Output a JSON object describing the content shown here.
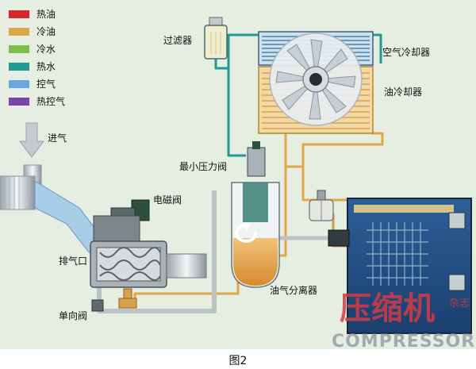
{
  "legend": [
    {
      "label": "热油",
      "color": "#d8252a"
    },
    {
      "label": "冷油",
      "color": "#e0a74a"
    },
    {
      "label": "冷水",
      "color": "#7ac04a"
    },
    {
      "label": "热水",
      "color": "#1f9a92"
    },
    {
      "label": "控气",
      "color": "#6aa7e0"
    },
    {
      "label": "热控气",
      "color": "#7a45a8"
    }
  ],
  "labels": {
    "filter": "过滤器",
    "air_cooler": "空气冷却器",
    "oil_cooler": "油冷却器",
    "inlet": "进气",
    "min_pressure_valve": "最小压力阀",
    "solenoid_valve": "电磁阀",
    "exhaust_port": "排气口",
    "check_valve": "单向阀",
    "separator": "油气分离器"
  },
  "watermark": {
    "cn": "压缩机",
    "side": "杂志",
    "en": "COMPRESSOR"
  },
  "caption": "图2"
}
